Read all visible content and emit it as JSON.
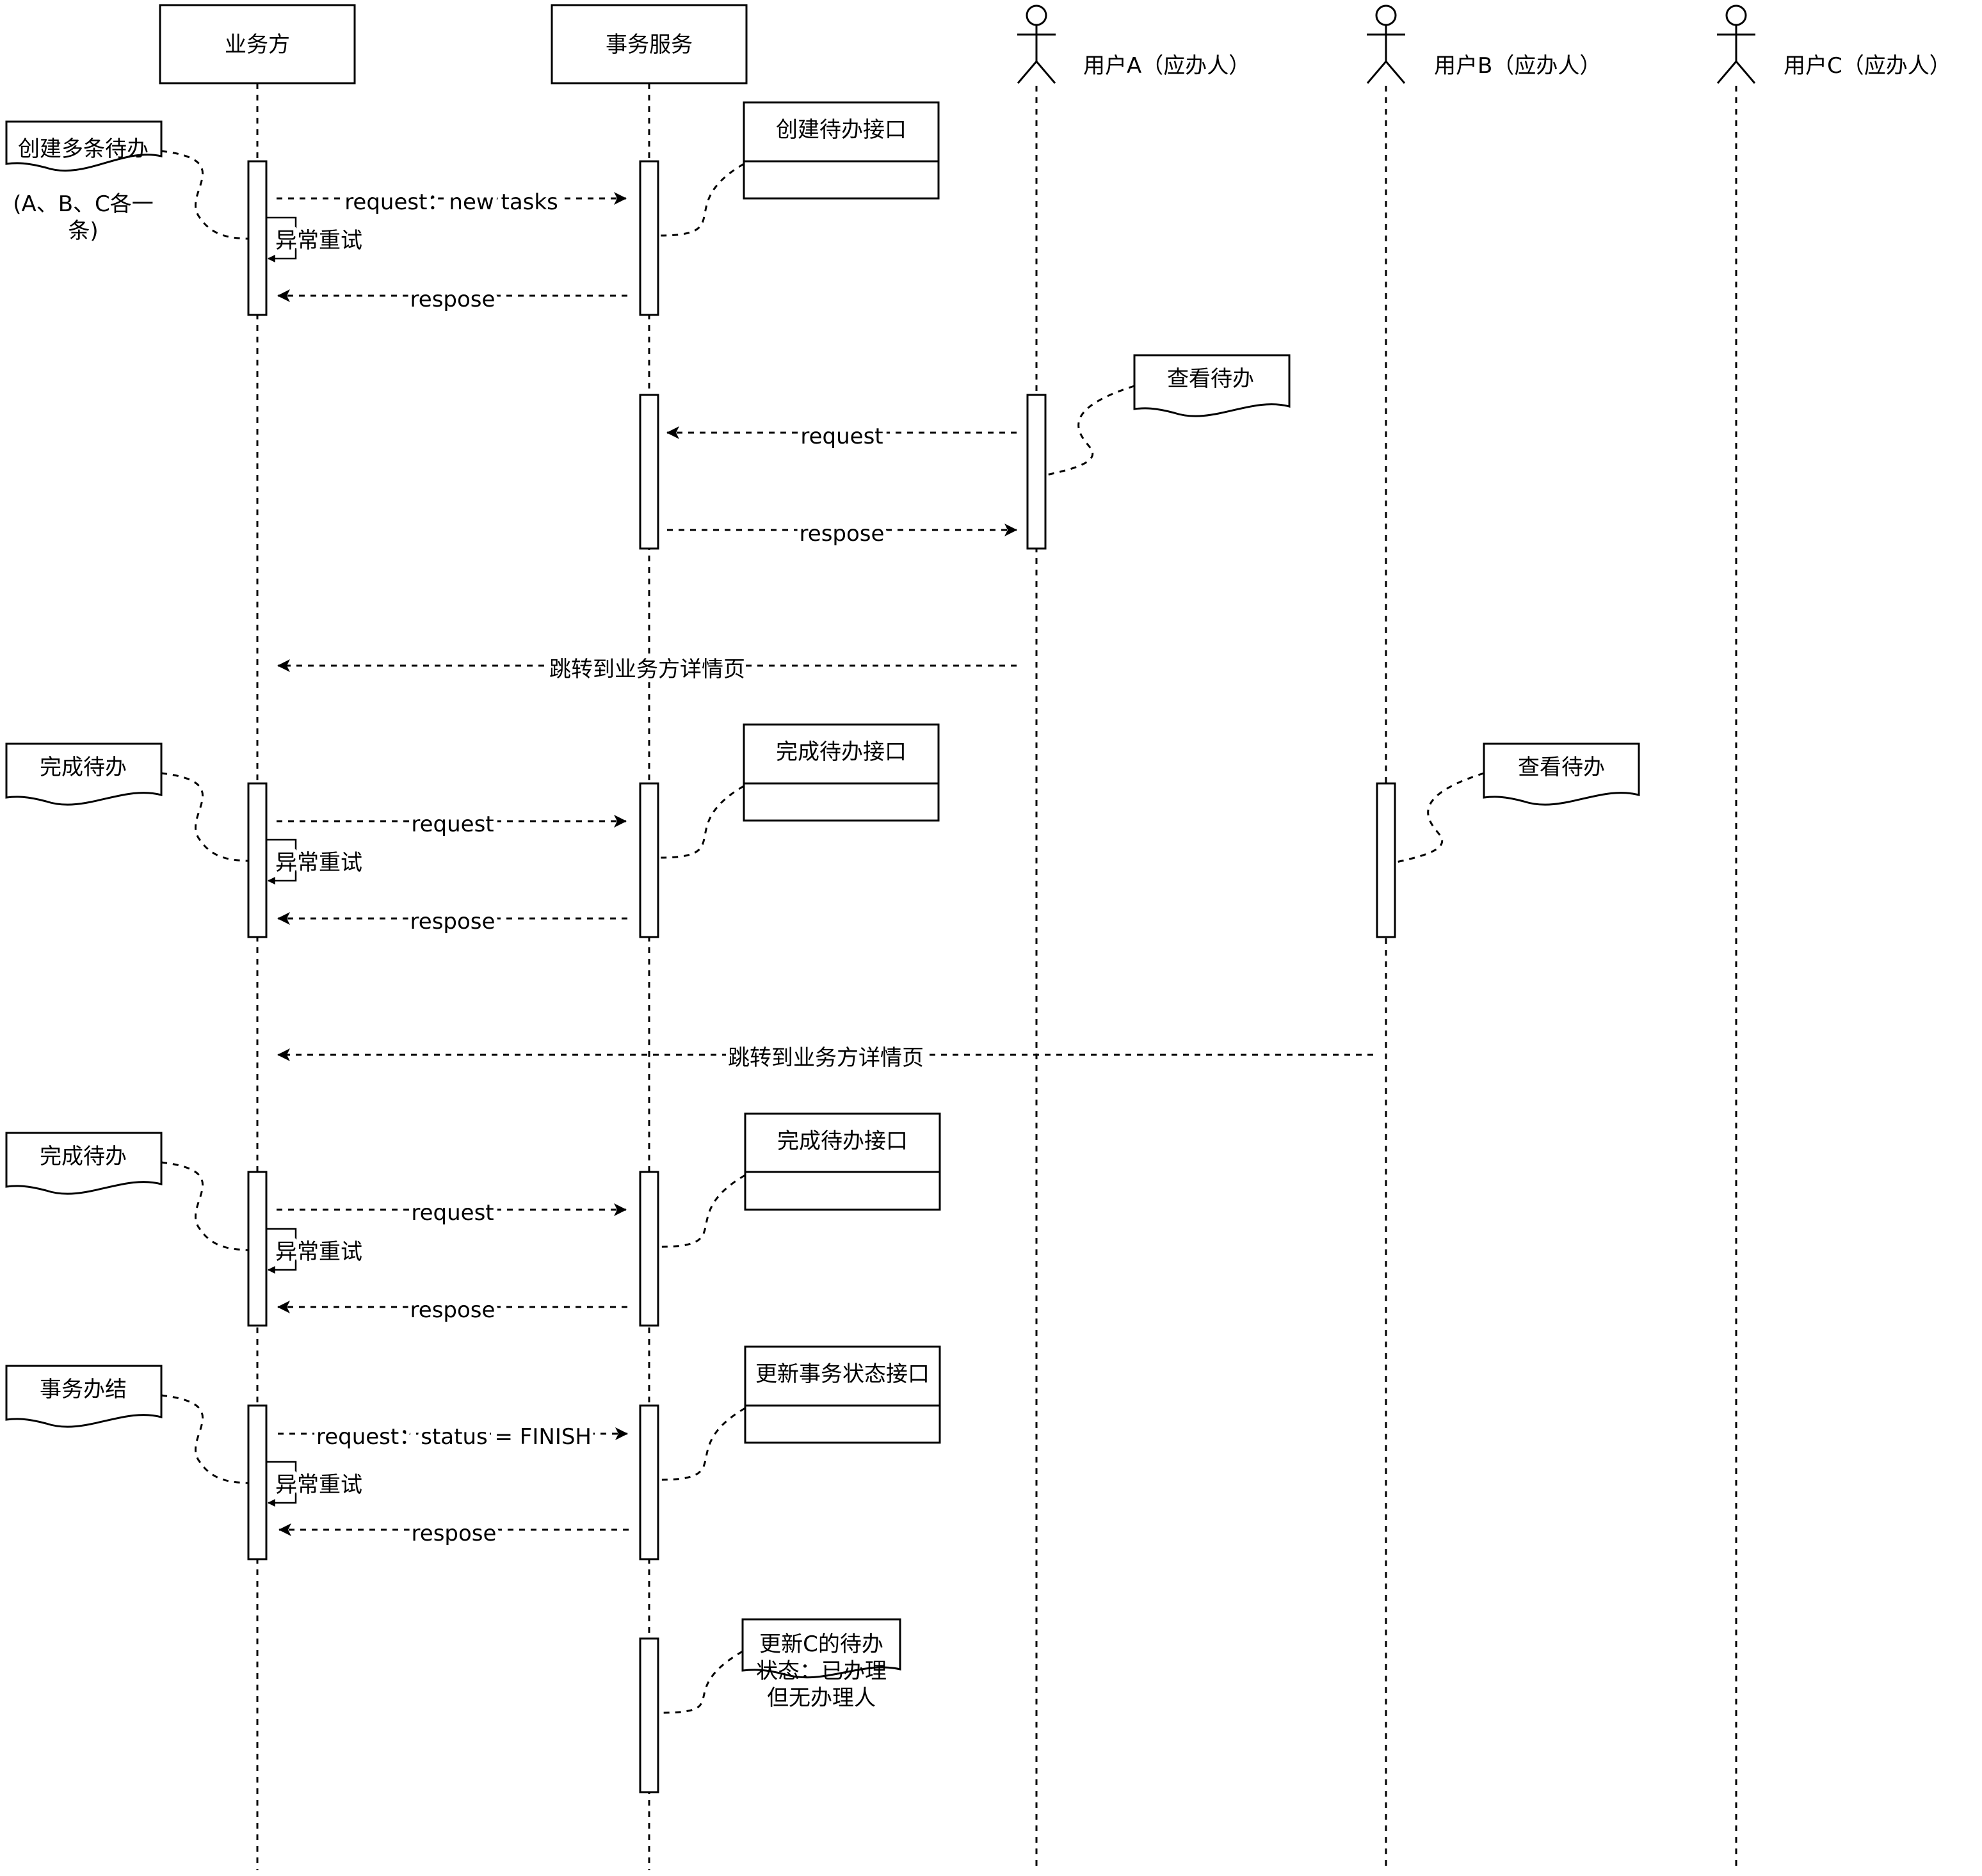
{
  "participants": {
    "business": "业务方",
    "transaction_service": "事务服务",
    "user_a": "用户A（应办人）",
    "user_b": "用户B（应办人）",
    "user_c": "用户C（应办人）"
  },
  "notes": {
    "create_multi_title": "创建多条待办",
    "create_multi_detail_1": "(A、B、C各一",
    "create_multi_detail_2": "条)",
    "create_api": "创建待办接口",
    "view_a": "查看待办",
    "complete_1": "完成待办",
    "complete_api_1": "完成待办接口",
    "view_b": "查看待办",
    "complete_2": "完成待办",
    "complete_api_2": "完成待办接口",
    "finish": "事务办结",
    "update_status_api": "更新事务状态接口",
    "update_c_1": "更新C的待办",
    "update_c_2": "状态：已办理",
    "update_c_3": "但无办理人"
  },
  "messages": {
    "m1_request": "request：new tasks",
    "m1_retry": "异常重试",
    "m1_response": "respose",
    "m2_request": "request",
    "m2_response": "respose",
    "jump_a": "跳转到业务方详情页",
    "m3_request": "request",
    "m3_retry": "异常重试",
    "m3_response": "respose",
    "jump_b": "跳转到业务方详情页",
    "m4_request": "request",
    "m4_retry": "异常重试",
    "m4_response": "respose",
    "m5_request": "request：status = FINISH",
    "m5_retry": "异常重试",
    "m5_response": "respose"
  }
}
